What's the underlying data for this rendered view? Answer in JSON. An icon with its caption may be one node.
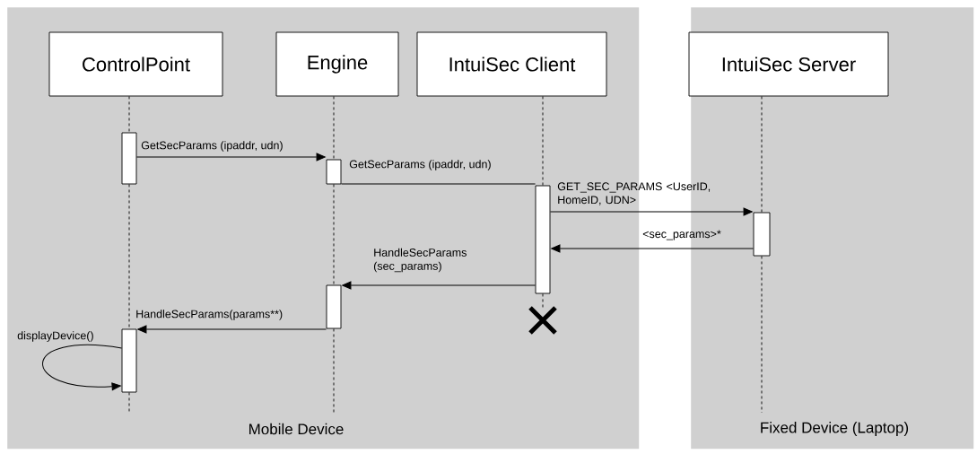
{
  "diagram": {
    "nodes": [
      {
        "text": [
          "Mobile Device"
        ]
      },
      {
        "text": [
          "Fixed Device (Laptop)"
        ]
      },
      {
        "text": [
          "ControlPoint"
        ],
        "in": 0
      },
      {
        "text": [
          "Engine"
        ],
        "in": 0
      },
      {
        "text": [
          "IntuiSec Client"
        ],
        "in": 0
      },
      {
        "text": [
          "IntuiSec Server"
        ],
        "in": 1
      },
      {
        "text": [],
        "shape": "bar",
        "in": 0
      },
      {
        "text": [],
        "shape": "bar",
        "in": 0
      },
      {
        "text": [],
        "shape": "bar",
        "in": 0
      },
      {
        "text": [],
        "shape": "bar",
        "in": 1
      },
      {
        "text": [],
        "shape": "bar",
        "in": 0
      },
      {
        "text": [],
        "shape": "bar",
        "in": 0
      }
    ],
    "edges": [
      {
        "from": 6,
        "to": 7,
        "arrow": "to",
        "label": "GetSecParams (ipaddr, udn)"
      },
      {
        "from": 7,
        "to": 8,
        "arrow": "none",
        "label": "GetSecParams (ipaddr, udn)"
      },
      {
        "from": 8,
        "to": 9,
        "arrow": "to",
        "label": "GET_SEC_PARAMS <UserID, HomeID, UDN>"
      },
      {
        "from": 9,
        "to": 8,
        "arrow": "to",
        "label": "<sec_params>*"
      },
      {
        "from": 8,
        "to": 10,
        "arrow": "to",
        "label": "HandleSecParams (sec_params)"
      },
      {
        "from": 10,
        "to": 11,
        "arrow": "to",
        "label": "HandleSecParams(params**)"
      },
      {
        "from": 11,
        "to": 11,
        "arrow": "to",
        "label": "displayDevice()"
      },
      {
        "from": 2,
        "to": 6,
        "arrow": "none",
        "style": "dashed"
      },
      {
        "from": 6,
        "to": 11,
        "arrow": "none",
        "style": "dashed"
      },
      {
        "from": 11,
        "to": null,
        "arrow": "none",
        "style": "dashed"
      },
      {
        "from": 3,
        "to": 7,
        "arrow": "none",
        "style": "dashed"
      },
      {
        "from": 7,
        "to": 10,
        "arrow": "none",
        "style": "dashed"
      },
      {
        "from": 10,
        "to": null,
        "arrow": "none",
        "style": "dashed"
      },
      {
        "from": 4,
        "to": 8,
        "arrow": "none",
        "style": "dashed"
      },
      {
        "from": 8,
        "to": null,
        "arrow": "none",
        "style": "dashed"
      },
      {
        "from": 5,
        "to": 9,
        "arrow": "none",
        "style": "dashed"
      },
      {
        "from": 9,
        "to": null,
        "arrow": "none",
        "style": "dashed"
      }
    ]
  }
}
